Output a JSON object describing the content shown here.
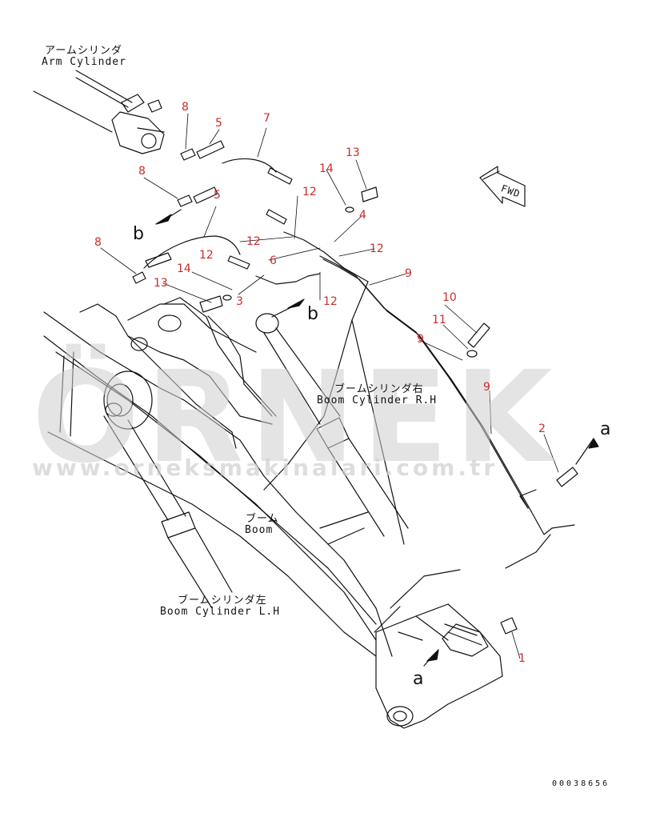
{
  "labels": {
    "arm_cylinder_jp": "アームシリンダ",
    "arm_cylinder_en": "Arm Cylinder",
    "boom_cyl_rh_jp": "ブームシリンダ右",
    "boom_cyl_rh_en": "Boom Cylinder R.H",
    "boom_jp": "ブーム",
    "boom_en": "Boom",
    "boom_cyl_lh_jp": "ブームシリンダ左",
    "boom_cyl_lh_en": "Boom Cylinder L.H",
    "fwd": "FWD",
    "view_a": "a",
    "view_b": "b",
    "doc_id": "00038656"
  },
  "part_numbers": [
    "8",
    "5",
    "7",
    "8",
    "13",
    "14",
    "12",
    "4",
    "5",
    "8",
    "12",
    "12",
    "12",
    "6",
    "14",
    "13",
    "3",
    "12",
    "9",
    "10",
    "11",
    "9",
    "9",
    "2",
    "1"
  ],
  "watermark": {
    "big": "ÖRNEK",
    "url": "www.orneksmakinalari.com.tr"
  },
  "colors": {
    "line": "#111111",
    "callout": "#d02a2a",
    "watermark": "#cfcfcf"
  }
}
